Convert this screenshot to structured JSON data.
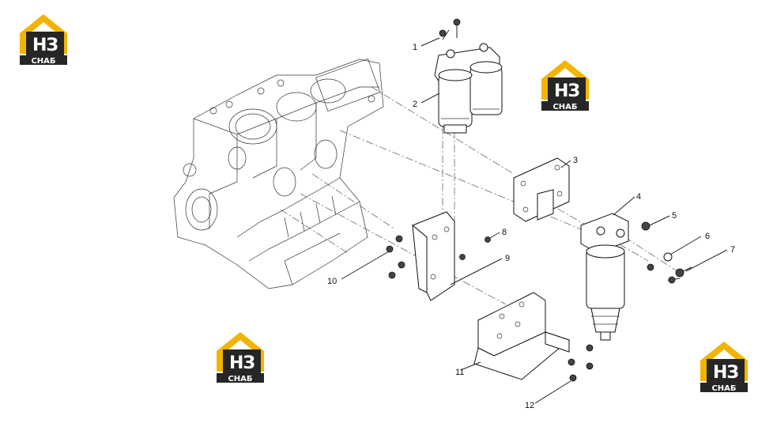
{
  "logo": {
    "mark": "НЗ",
    "caption": "СНАБ",
    "accent": "#f2b400",
    "dark": "#262626"
  },
  "callouts": [
    "1",
    "2",
    "3",
    "4",
    "5",
    "6",
    "7",
    "8",
    "9",
    "10",
    "11",
    "12"
  ]
}
